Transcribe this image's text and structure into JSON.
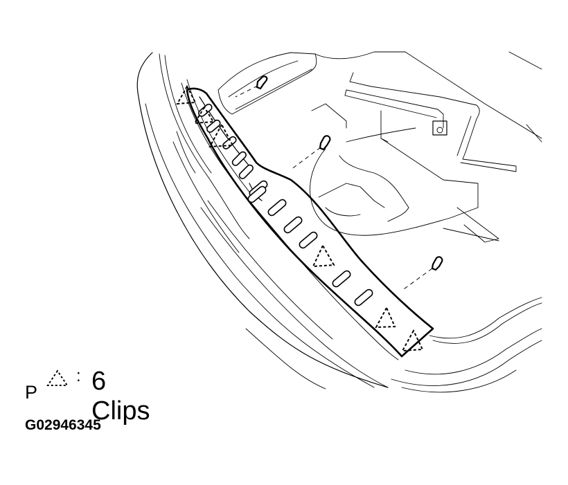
{
  "legend": {
    "position_marker": "P",
    "clip_icon": "dashed-triangle-clip-icon",
    "separator": ":",
    "text": "6 Clips"
  },
  "figure_id": "G02946345",
  "diagram": {
    "subject": "rear luggage compartment scuff plate removal",
    "clip_count": 6,
    "screw_count": 3,
    "colors": {
      "line": "#000000",
      "background": "#ffffff"
    }
  }
}
